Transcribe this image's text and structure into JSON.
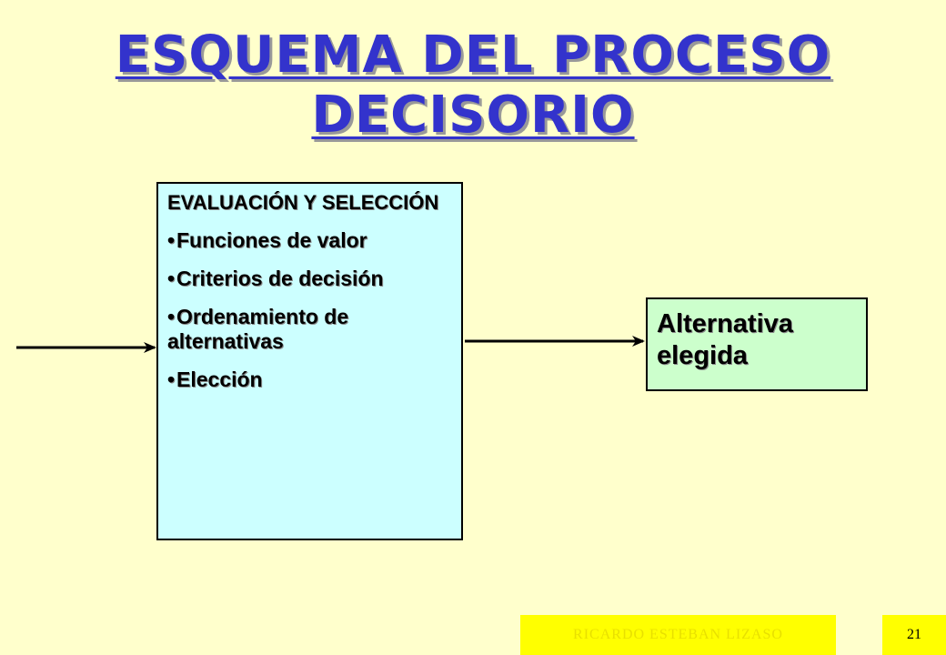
{
  "title": {
    "line1": "ESQUEMA DEL PROCESO",
    "line2": "DECISORIO"
  },
  "evaluation_box": {
    "heading": "EVALUACIÓN Y SELECCIÓN",
    "items": [
      "Funciones de valor",
      "Criterios de decisión",
      "Ordenamiento de alternativas",
      "Elección"
    ],
    "bullet": "•"
  },
  "result_box": {
    "label": "Alternativa elegida"
  },
  "footer": {
    "author": "RICARDO ESTEBAN LIZASO",
    "page_number": "21"
  },
  "colors": {
    "background": "#ffffcc",
    "title": "#3333cc",
    "evaluation_box": "#ccffff",
    "result_box": "#ccffcc",
    "footer": "#ffff00"
  }
}
